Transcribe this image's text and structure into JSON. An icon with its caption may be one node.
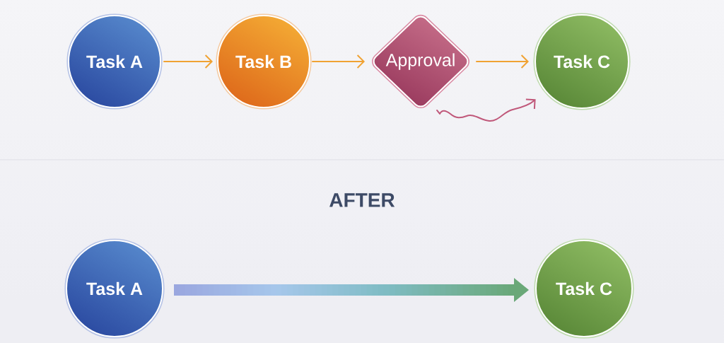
{
  "diagram": {
    "nodes": [
      {
        "text": [
          "Task A"
        ]
      },
      {
        "text": [
          "Task B"
        ]
      },
      {
        "text": [
          "Approval"
        ]
      },
      {
        "text": [
          "Task C"
        ]
      },
      {
        "text": [
          "Task A"
        ]
      },
      {
        "text": [
          "Task C"
        ]
      }
    ],
    "edges": [
      {
        "from": 0,
        "to": 1,
        "arrow": "to"
      },
      {
        "from": 1,
        "to": 2,
        "arrow": "to"
      },
      {
        "from": 2,
        "to": 3,
        "arrow": "to"
      },
      {
        "from": 2,
        "to": 3,
        "arrow": "to",
        "color": "#c0587a"
      },
      {
        "from": 4,
        "to": 5,
        "arrow": "to",
        "style": "thick",
        "color": "#6aa878"
      }
    ],
    "labels": [
      "AFTER"
    ]
  }
}
